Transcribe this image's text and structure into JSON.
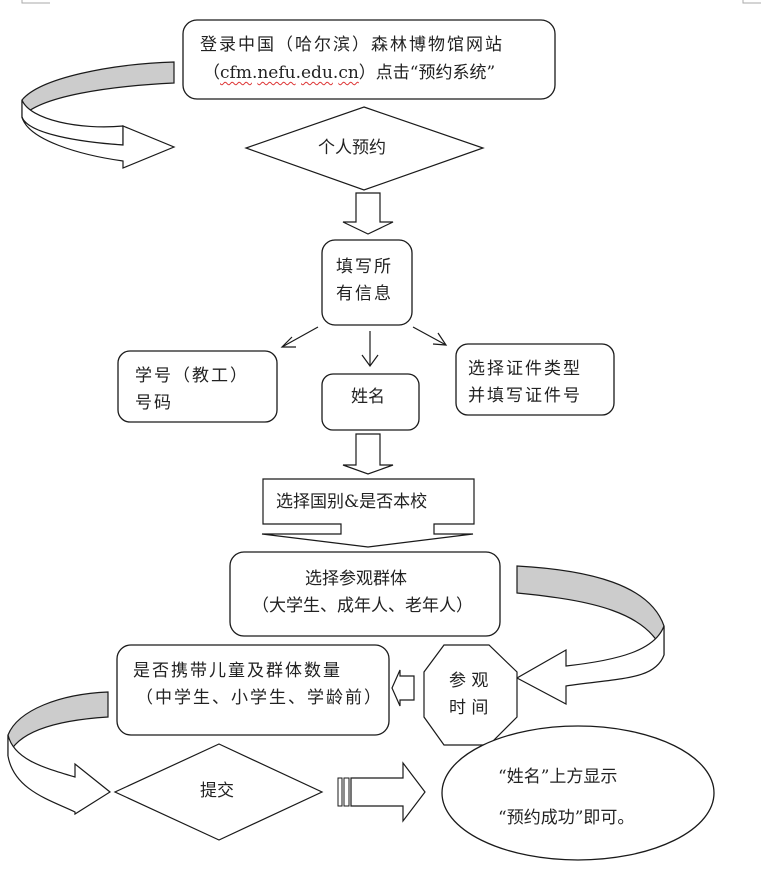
{
  "flowchart": {
    "start": {
      "line1": "登录中国（哈尔滨）森林博物馆网站",
      "line2_open": "（",
      "url_parts": [
        "cfm",
        ".",
        "nefu",
        ".",
        "edu",
        ".",
        "cn"
      ],
      "line2_close": "）点击“预约系统”"
    },
    "personal_booking": "个人预约",
    "fill_info": {
      "line1": "填写所",
      "line2": "有信息"
    },
    "student_id": {
      "line1": "学号（教工）",
      "line2": "号码"
    },
    "name": "姓名",
    "id_type": {
      "line1": "选择证件类型",
      "line2": "并填写证件号"
    },
    "country_school": "选择国别&是否本校",
    "visitor_group": {
      "line1": "选择参观群体",
      "line2": "（大学生、成年人、老年人）"
    },
    "visit_time": {
      "line1": "参 观",
      "line2": "时 间"
    },
    "children": {
      "line1": "是否携带儿童及群体数量",
      "line2": "（中学生、小学生、学龄前）"
    },
    "submit": "提交",
    "result": {
      "line1": "“姓名”上方显示",
      "line2": "“预约成功”即可。"
    }
  },
  "colors": {
    "stroke": "#1a1a1a",
    "ribbon_fill": "#cccccc",
    "shape_fill": "#ffffff",
    "spellcheck": "#dd3333"
  }
}
